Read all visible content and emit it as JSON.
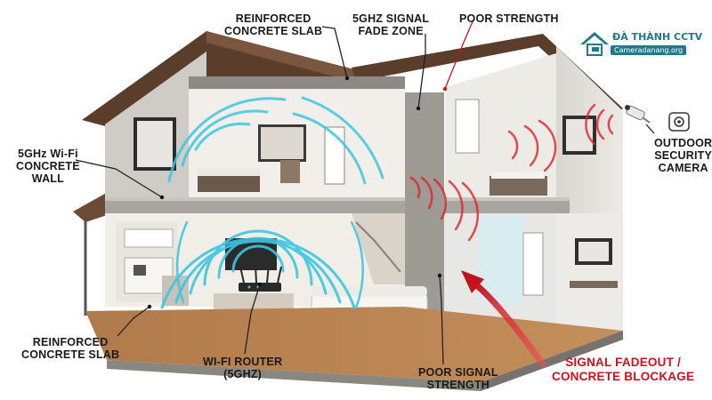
{
  "labels": {
    "reinforced_slab_top": [
      "REINFORCED",
      "CONCRETE SLAB"
    ],
    "signal_fade_zone": [
      "5GHz SIGNAL",
      "FADE ZONE"
    ],
    "poor_strength": "POOR STRENGTH",
    "concrete_wall": [
      "5GHz Wi-Fi",
      "CONCRETE",
      "WALL"
    ],
    "outdoor_camera": [
      "OUTDOOR",
      "SECURITY",
      "CAMERA"
    ],
    "reinforced_slab_bottom": [
      "REINFORCED",
      "CONCRETE SLAB"
    ],
    "wifi_router": [
      "WI-FI ROUTER",
      "(5GHz)"
    ],
    "poor_signal_strength": [
      "POOR SIGNAL",
      "STRENGTH"
    ],
    "signal_fadeout": [
      "SIGNAL FADEOUT /",
      "CONCRETE BLOCKAGE"
    ]
  },
  "watermark": {
    "name": "ĐÀ THÀNH CCTV",
    "site": "Cameradanang.org"
  },
  "colors": {
    "signal_good": "#3ec6e0",
    "signal_bad": "#e2212b",
    "label_red": "#d0101b",
    "brand": "#1f7a8c"
  },
  "icons": [
    "security-camera-icon",
    "wifi-router-icon",
    "house-logo-icon"
  ]
}
